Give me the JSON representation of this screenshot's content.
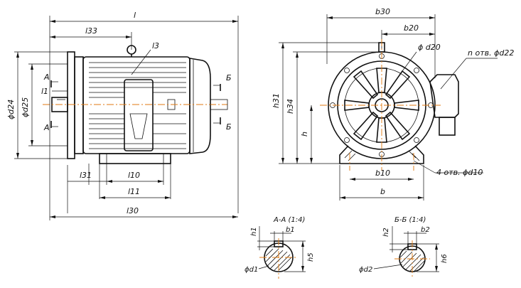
{
  "labels": {
    "l": "l",
    "l33": "l33",
    "l3": "l3",
    "A_top": "A",
    "A_bottom": "A",
    "l1": "l1",
    "d24": "ϕd24",
    "d25": "ϕd25",
    "B_top": "Б",
    "B_bottom": "Б",
    "l31": "l31",
    "l10": "l10",
    "l11": "l11",
    "l30": "l30",
    "b30": "b30",
    "b20": "b20",
    "d20": "ϕ d20",
    "n_holes_d22": "n отв. ϕd22",
    "h31": "h31",
    "h34": "h34",
    "h": "h",
    "b10": "b10",
    "holes_d10": "4 отв. ϕd10",
    "b": "b",
    "section_aa": "А-А (1:4)",
    "section_bb": "Б-Б (1:4)",
    "h1": "h1",
    "b1": "b1",
    "h5": "h5",
    "d1": "ϕd1",
    "h2": "h2",
    "b2": "b2",
    "h6": "h6",
    "d2": "ϕd2"
  }
}
